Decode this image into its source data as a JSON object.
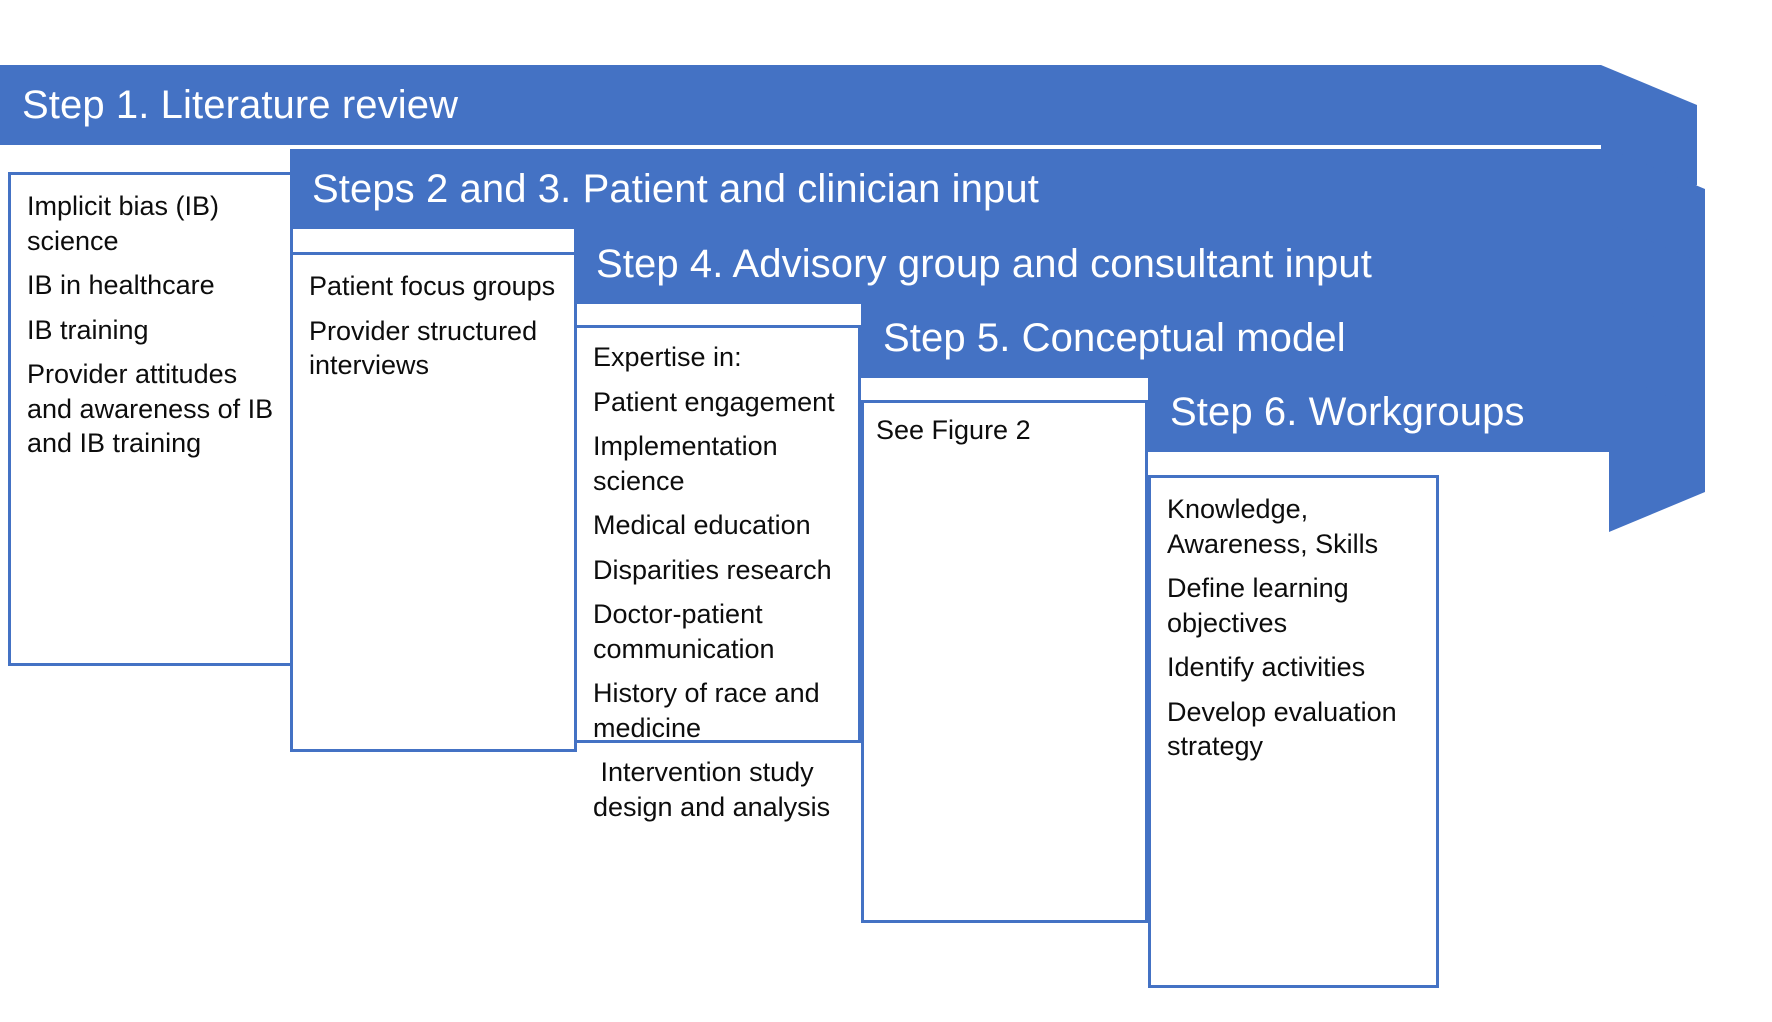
{
  "diagram": {
    "title": "Six-step development process",
    "accent_color": "#4472C4",
    "text_color": "#0D0D0D",
    "banner_text_color": "#FFFFFF",
    "steps": [
      {
        "id": "step-1",
        "banner_label": "Step 1. Literature review",
        "detail_lines": [
          "Implicit bias (IB) science",
          "IB in healthcare",
          "IB training",
          "Provider attitudes and awareness of IB and IB training"
        ]
      },
      {
        "id": "steps-2-3",
        "banner_label": "Steps 2 and 3. Patient and clinician input",
        "detail_lines": [
          "Patient focus groups",
          "Provider structured interviews"
        ]
      },
      {
        "id": "step-4",
        "banner_label": "Step 4. Advisory group and consultant input",
        "detail_lines": [
          "Expertise in:",
          "Patient engagement",
          "Implementation science",
          "Medical education",
          "Disparities research",
          "Doctor-patient communication",
          "History of race and medicine",
          " Intervention study design and analysis"
        ]
      },
      {
        "id": "step-5",
        "banner_label": "Step 5. Conceptual model",
        "detail_lines": [
          "See Figure 2"
        ]
      },
      {
        "id": "step-6",
        "banner_label": "Step 6. Workgroups",
        "detail_lines": [
          "Knowledge, Awareness, Skills",
          "Define learning objectives",
          "Identify activities",
          "Develop evaluation strategy"
        ]
      }
    ]
  }
}
